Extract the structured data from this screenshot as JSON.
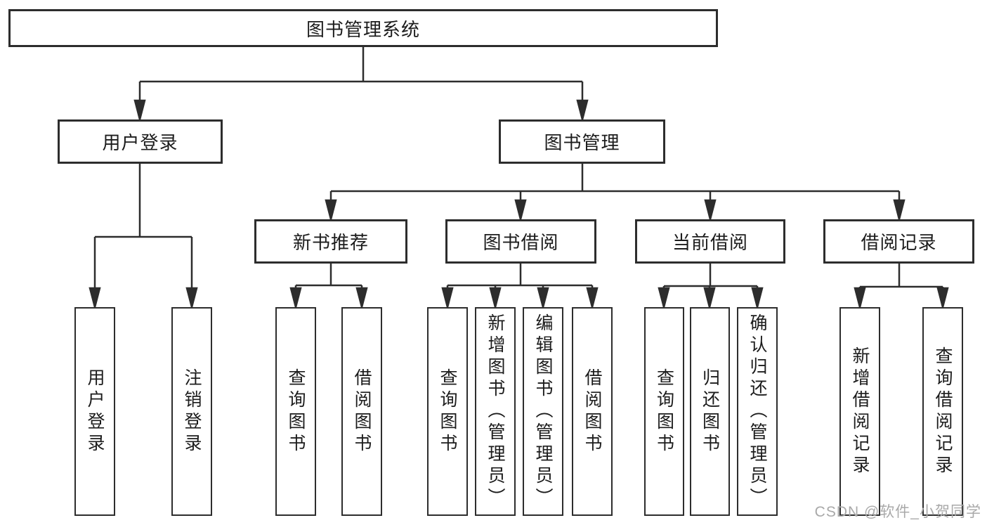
{
  "diagram": {
    "root": {
      "label": "图书管理系统"
    },
    "branches": [
      {
        "label": "用户登录",
        "children": [
          {
            "label": "用户登录"
          },
          {
            "label": "注销登录"
          }
        ]
      },
      {
        "label": "图书管理",
        "children": [
          {
            "label": "新书推荐",
            "children": [
              {
                "label": "查询图书"
              },
              {
                "label": "借阅图书"
              }
            ]
          },
          {
            "label": "图书借阅",
            "children": [
              {
                "label": "查询图书"
              },
              {
                "label": "新增图书（管理员）"
              },
              {
                "label": "编辑图书（管理员）"
              },
              {
                "label": "借阅图书"
              }
            ]
          },
          {
            "label": "当前借阅",
            "children": [
              {
                "label": "查询图书"
              },
              {
                "label": "归还图书"
              },
              {
                "label": "确认归还（管理员）"
              }
            ]
          },
          {
            "label": "借阅记录",
            "children": [
              {
                "label": "新增借阅记录"
              },
              {
                "label": "查询借阅记录"
              }
            ]
          }
        ]
      }
    ]
  },
  "watermark": {
    "text": "CSDN @软件_小贺同学"
  },
  "colors": {
    "line": "#2d2d2d",
    "box_border": "#2d2d2d",
    "text": "#1c1c1c",
    "background": "#ffffff",
    "watermark": "#a9a9a9"
  }
}
